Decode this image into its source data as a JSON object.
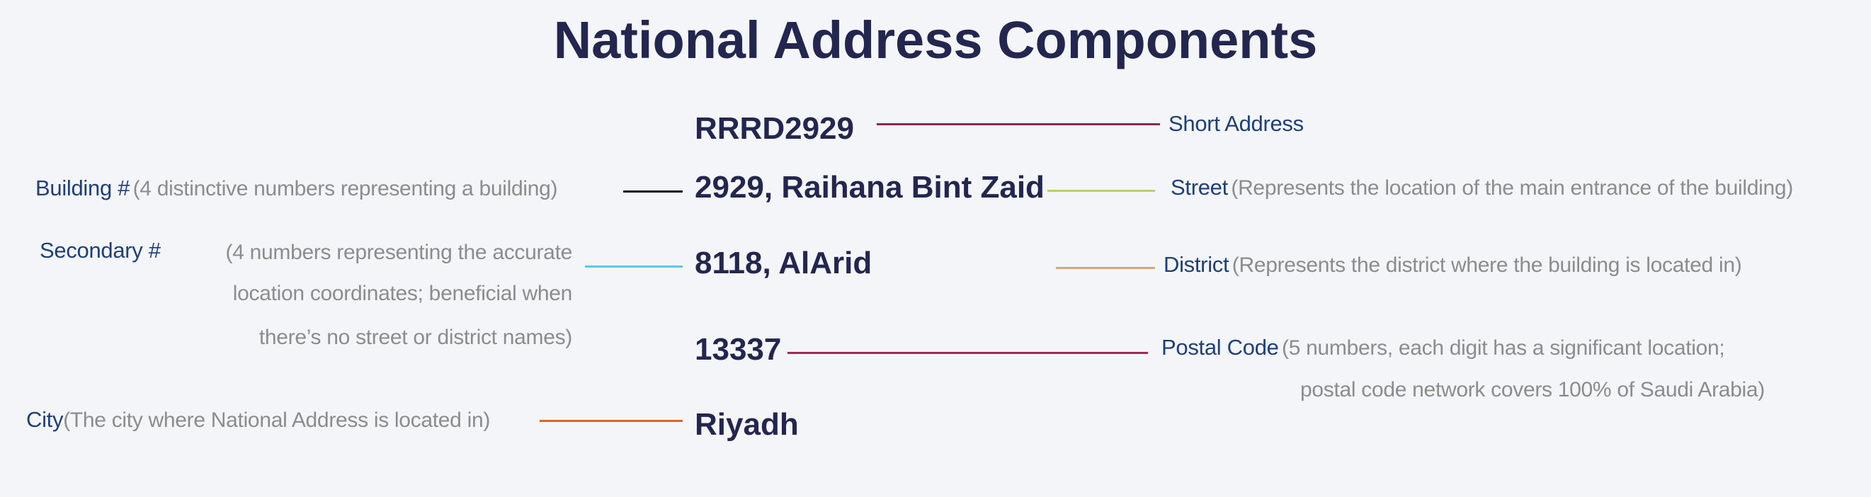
{
  "title": "National Address Components",
  "values": {
    "short_address": "RRRD2929",
    "building_street": "2929, Raihana Bint Zaid",
    "secondary_district": "8118, AlArid",
    "postal_code": "13337",
    "city": "Riyadh"
  },
  "labels": {
    "short_address": "Short Address",
    "building": "Building #",
    "building_desc": "(4 distinctive numbers representing a building)",
    "secondary": "Secondary #",
    "secondary_desc": [
      "(4 numbers representing the accurate",
      "location coordinates; beneficial when",
      "there’s no street or district names)"
    ],
    "street": "Street",
    "street_desc": "(Represents the location of the main entrance of the building)",
    "district": "District",
    "district_desc": "(Represents the district where the building is located in)",
    "postal_code": "Postal Code",
    "postal_desc": [
      "(5 numbers, each digit has a significant location;",
      "postal code network covers 100% of Saudi Arabia)"
    ],
    "city": "City",
    "city_desc": "(The city where National Address is located in)"
  },
  "colors": {
    "short_address": "#8a2a4a",
    "building": "#111111",
    "street": "#b5d36a",
    "secondary": "#5bc8e8",
    "district": "#d4a877",
    "postal_code": "#a3285a",
    "city": "#e0622a"
  }
}
